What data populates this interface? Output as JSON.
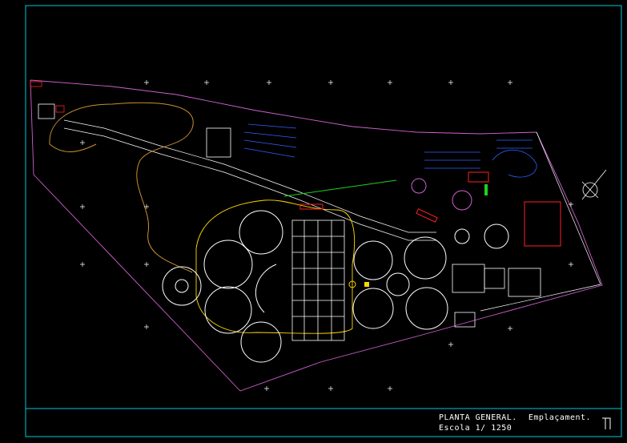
{
  "title_block": {
    "title": "PLANTA GENERAL.",
    "subtitle": "Emplaçament.",
    "scale": "Escola 1/ 1250"
  },
  "colors": {
    "background": "#000000",
    "frame": "#00c8d8",
    "boundary": "#d060d0",
    "road": "#ffffff",
    "path": "#c89030",
    "tanks": "#ffffff",
    "accent_yellow": "#ffd700",
    "accent_blue": "#3060ff",
    "accent_red": "#ff2020",
    "accent_green": "#20d020"
  },
  "icons": [
    "north-arrow-icon",
    "drawing-sheet-icon"
  ]
}
